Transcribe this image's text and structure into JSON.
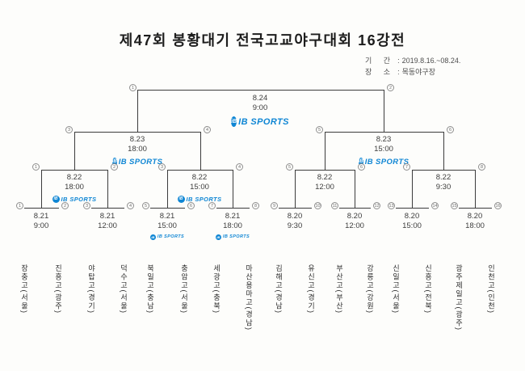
{
  "title": "제47회 봉황대기 전국고교야구대회 16강전",
  "info": {
    "period_label": "기 간",
    "period_value": "2019.8.16.~08.24.",
    "venue_label": "장 소",
    "venue_value": "목동야구장"
  },
  "sponsor": {
    "badge": "iB",
    "name": "IB SPORTS",
    "color": "#0f86d4"
  },
  "bracket": {
    "final": {
      "date": "8.24",
      "time": "9:00"
    },
    "semifinals": [
      {
        "date": "8.23",
        "time": "18:00"
      },
      {
        "date": "8.23",
        "time": "15:00"
      }
    ],
    "quarterfinals": [
      {
        "date": "8.22",
        "time": "18:00"
      },
      {
        "date": "8.22",
        "time": "15:00"
      },
      {
        "date": "8.22",
        "time": "12:00"
      },
      {
        "date": "8.22",
        "time": "9:30"
      }
    ],
    "round16": [
      {
        "date": "8.21",
        "time": "9:00"
      },
      {
        "date": "8.21",
        "time": "12:00"
      },
      {
        "date": "8.21",
        "time": "15:00"
      },
      {
        "date": "8.21",
        "time": "18:00"
      },
      {
        "date": "8.20",
        "time": "9:30"
      },
      {
        "date": "8.20",
        "time": "12:00"
      },
      {
        "date": "8.20",
        "time": "15:00"
      },
      {
        "date": "8.20",
        "time": "18:00"
      }
    ],
    "teams": [
      "장충고(서울)",
      "진흥고(광주)",
      "야탑고(경기)",
      "덕수고(서울)",
      "북일고(충남)",
      "충암고(서울)",
      "세광고(충북)",
      "마산용마고(경남)",
      "김해고(경남)",
      "유신고(경기)",
      "부산고(부산)",
      "강릉고(강원)",
      "신일고(서울)",
      "신흥고(전북)",
      "광주제일고(광주)",
      "인천고(인천)"
    ],
    "markers": {
      "final": [
        "1",
        "2"
      ],
      "semi": [
        "3",
        "4",
        "5",
        "6"
      ],
      "quarter": [
        "1",
        "2",
        "3",
        "4",
        "5",
        "6",
        "7",
        "8"
      ],
      "r16": [
        "1",
        "2",
        "3",
        "4",
        "5",
        "6",
        "7",
        "8",
        "9",
        "10",
        "11",
        "12",
        "13",
        "14",
        "15",
        "16"
      ]
    }
  }
}
